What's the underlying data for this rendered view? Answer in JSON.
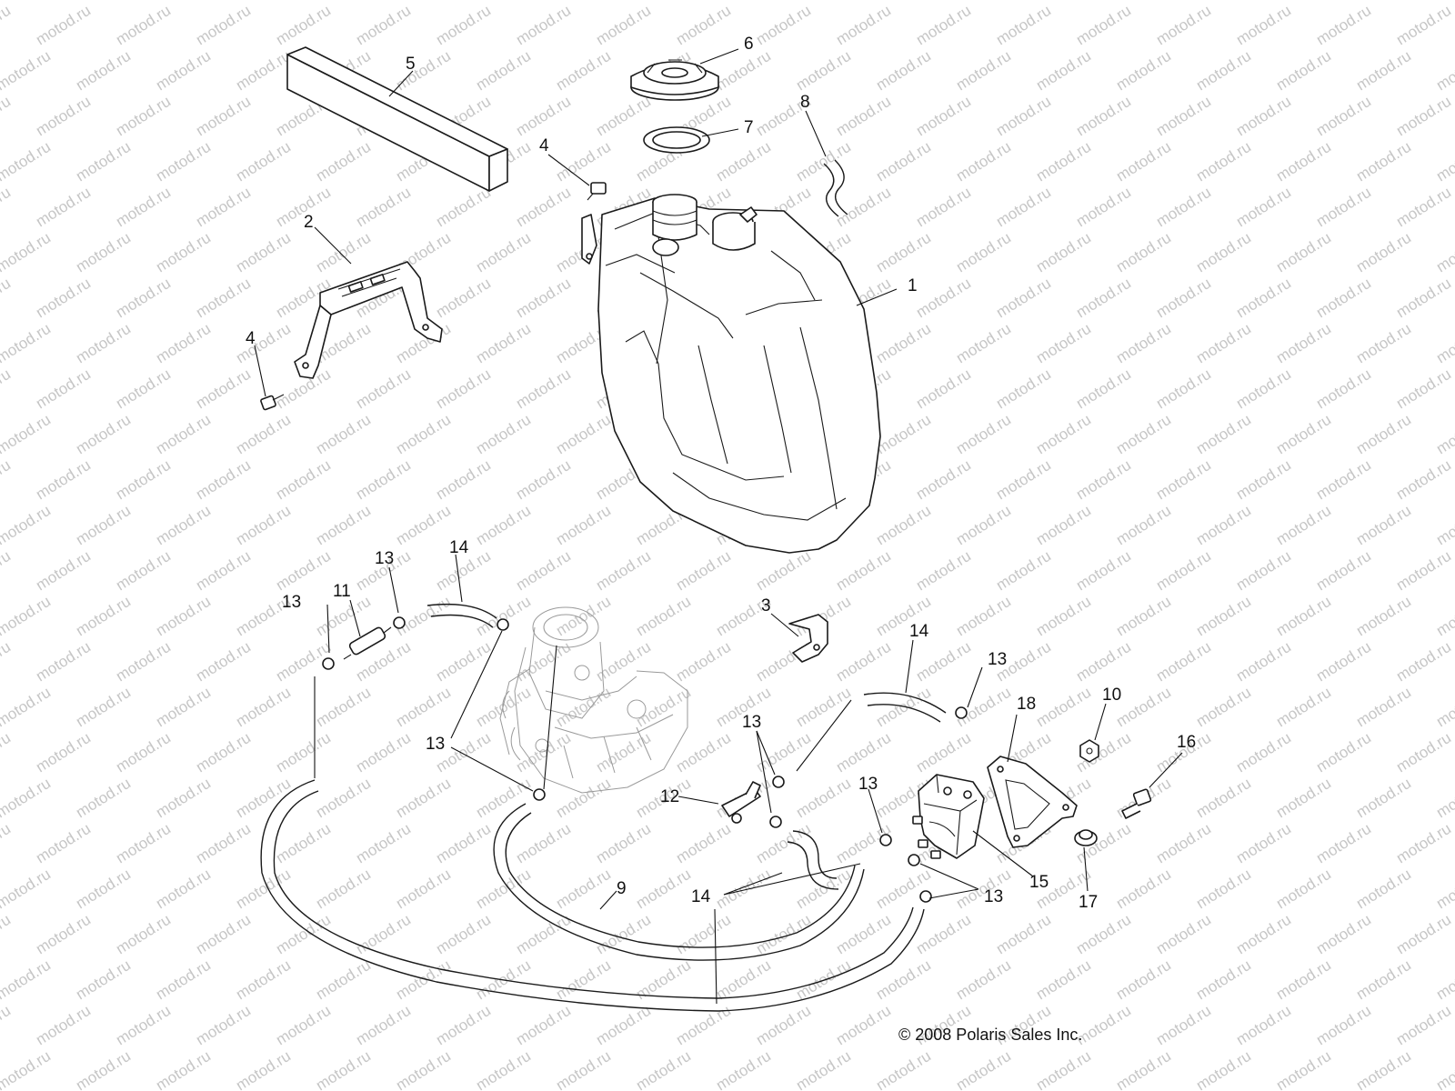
{
  "watermark": "motod.ru",
  "copyright": "© 2008 Polaris Sales Inc.",
  "callouts": {
    "c1": "1",
    "c2": "2",
    "c3": "3",
    "c4a": "4",
    "c4b": "4",
    "c5": "5",
    "c6": "6",
    "c7": "7",
    "c8": "8",
    "c9": "9",
    "c10": "10",
    "c11": "11",
    "c12": "12",
    "c13a": "13",
    "c13b": "13",
    "c13c": "13",
    "c13d": "13",
    "c13e": "13",
    "c13f": "13",
    "c13g": "13",
    "c14a": "14",
    "c14b": "14",
    "c14c": "14",
    "c15": "15",
    "c16": "16",
    "c17": "17",
    "c18": "18"
  },
  "icons": {
    "fuel_tank": "fuel-tank-icon",
    "fuel_cap": "fuel-cap-icon",
    "fuel_pump": "fuel-pump-icon",
    "carburetor": "carburetor-engine-icon"
  }
}
